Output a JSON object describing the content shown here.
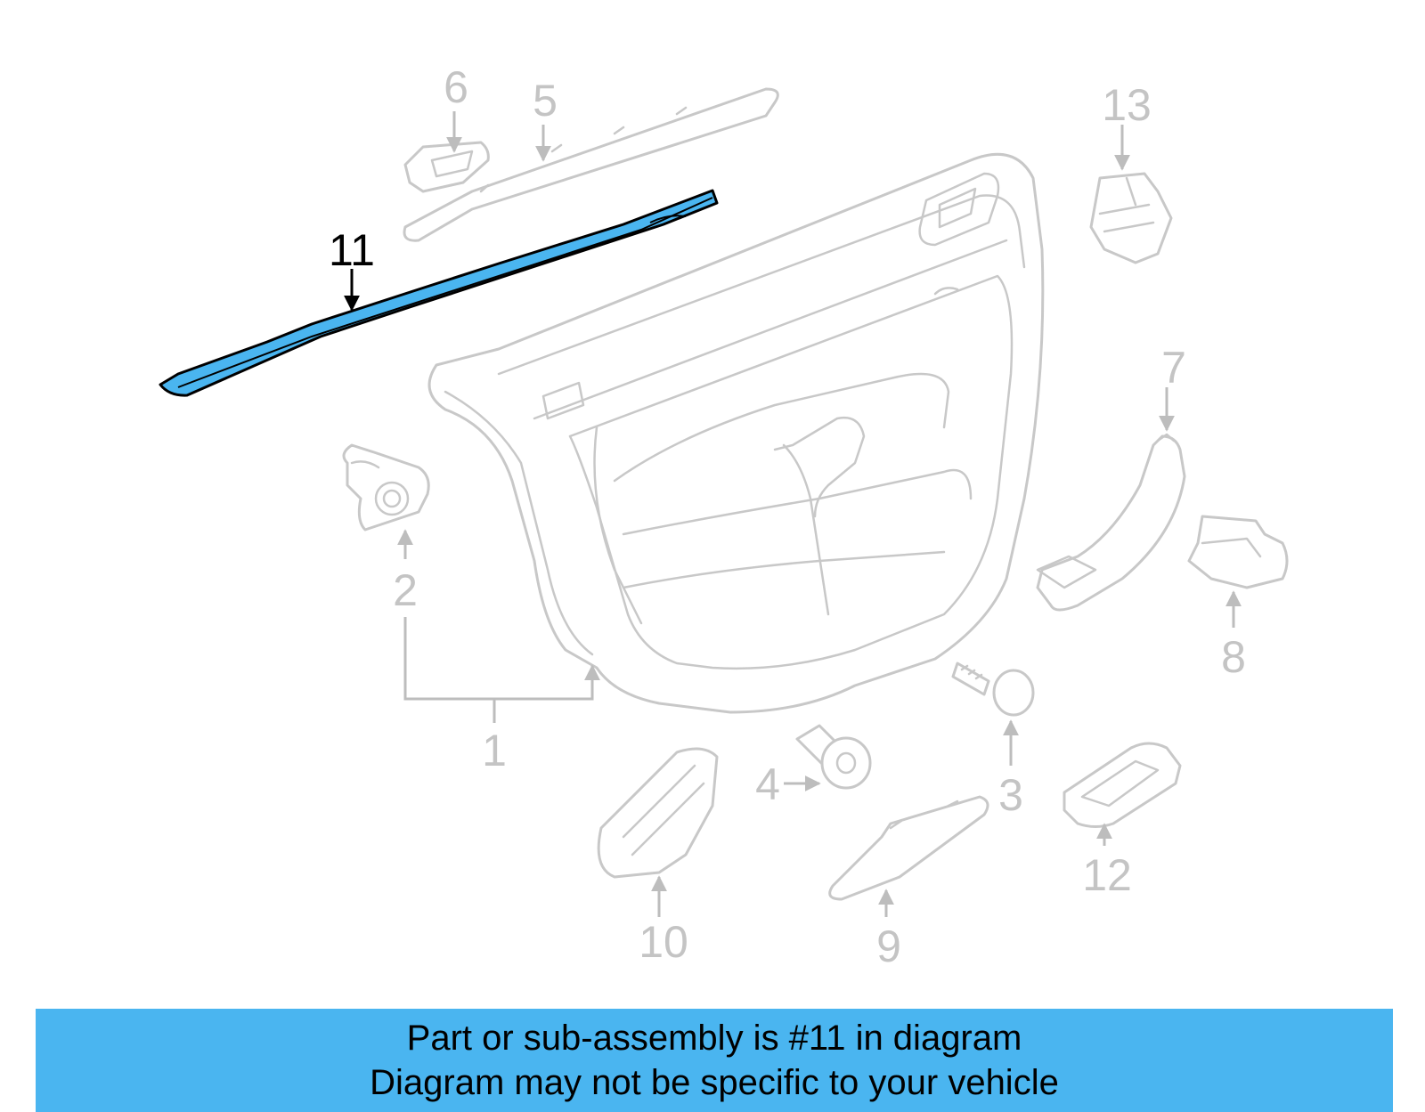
{
  "colors": {
    "highlight_fill": "#4ab5f0",
    "part_stroke": "#c8c8c8",
    "callout_gray": "#c4c4c4",
    "callout_active": "#000000",
    "banner_bg": "#4ab5f0"
  },
  "highlighted_part": "11",
  "callouts": {
    "c1": "1",
    "c2": "2",
    "c3": "3",
    "c4": "4",
    "c5": "5",
    "c6": "6",
    "c7": "7",
    "c8": "8",
    "c9": "9",
    "c10": "10",
    "c11": "11",
    "c12": "12",
    "c13": "13"
  },
  "banner": {
    "line1": "Part or sub-assembly is #11 in diagram",
    "line2": "Diagram may not be specific to your vehicle"
  }
}
